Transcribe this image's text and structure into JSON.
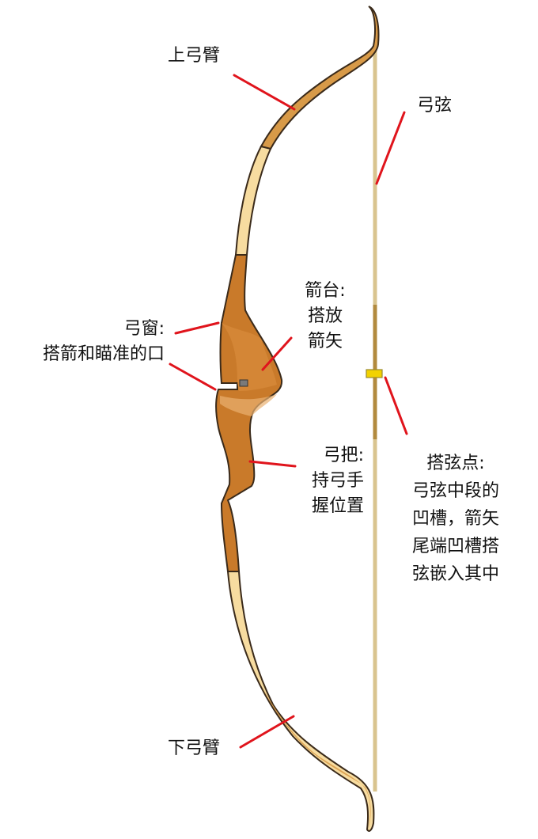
{
  "diagram": {
    "title": "Recurve bow anatomy",
    "colors": {
      "limb_dark": "#c98a3a",
      "limb_light": "#f7dca0",
      "riser": "#c97a2a",
      "riser_highlight": "#e6a85e",
      "outline": "#3a2a1a",
      "string": "#d9c48f",
      "serving": "#b28a3e",
      "nock_point": "#f2d200",
      "leader": "#e0141c",
      "text": "#111111"
    },
    "labels": {
      "upper_limb": "上弓臂",
      "bowstring": "弓弦",
      "arrow_rest": "箭台:\n搭放\n箭矢",
      "sight_window": "弓窗:\n搭箭和瞄准的口",
      "grip": "弓把:\n持弓手\n握位置",
      "nocking_point": "搭弦点:\n弓弦中段的\n凹槽，箭矢\n尾端凹槽搭\n弦嵌入其中",
      "lower_limb": "下弓臂"
    }
  }
}
